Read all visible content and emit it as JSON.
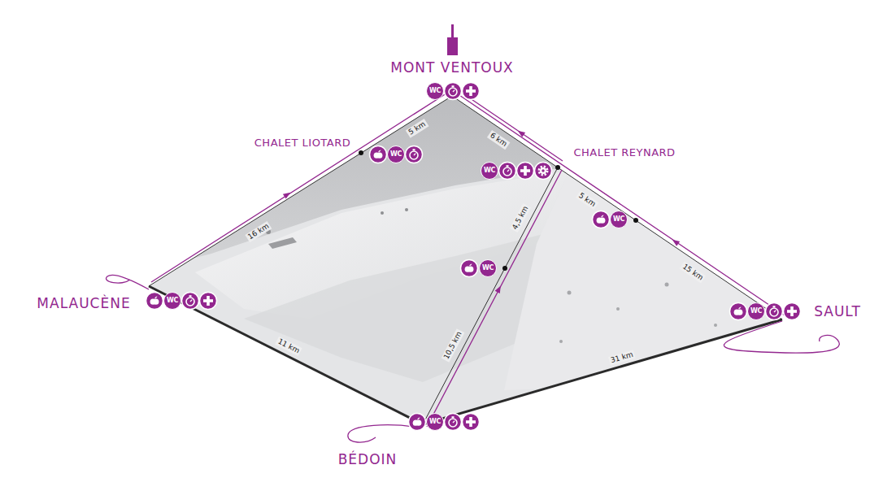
{
  "diagram": {
    "labels": [
      "MONT VENTOUX",
      "WC",
      "CHALET LIOTARD",
      "WC",
      "5 km",
      "6 km",
      "CHALET REYNARD",
      "WC",
      "5 km",
      "WC",
      "16 km",
      "4,5 km",
      "WC",
      "15 km",
      "MALAUCÈNE",
      "WC",
      "SAULT",
      "WC",
      "10,5 km",
      "11 km",
      "31 km",
      "BÉDOIN",
      "WC"
    ]
  }
}
